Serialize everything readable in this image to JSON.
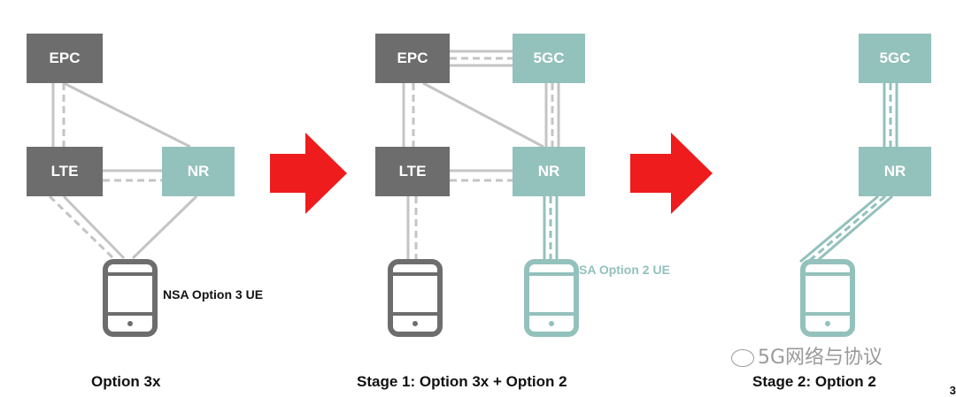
{
  "colors": {
    "grey": "#6d6d6d",
    "teal": "#93c1bc",
    "line": "#c4c4c4",
    "arrow": "#ee1c1c"
  },
  "panel1": {
    "epc": "EPC",
    "lte": "LTE",
    "nr": "NR",
    "ue_label": "NSA Option 3 UE",
    "caption": "Option 3x"
  },
  "panel2": {
    "epc": "EPC",
    "fivegc": "5GC",
    "lte": "LTE",
    "nr": "NR",
    "ue_label": "SA Option 2 UE",
    "caption": "Stage 1: Option 3x + Option 2"
  },
  "panel3": {
    "fivegc": "5GC",
    "nr": "NR",
    "caption": "Stage 2: Option 2"
  },
  "watermark": "5G网络与协议",
  "page_number": "3",
  "icons": [
    "phone-icon",
    "right-arrow-icon",
    "wechat-logo-icon"
  ]
}
